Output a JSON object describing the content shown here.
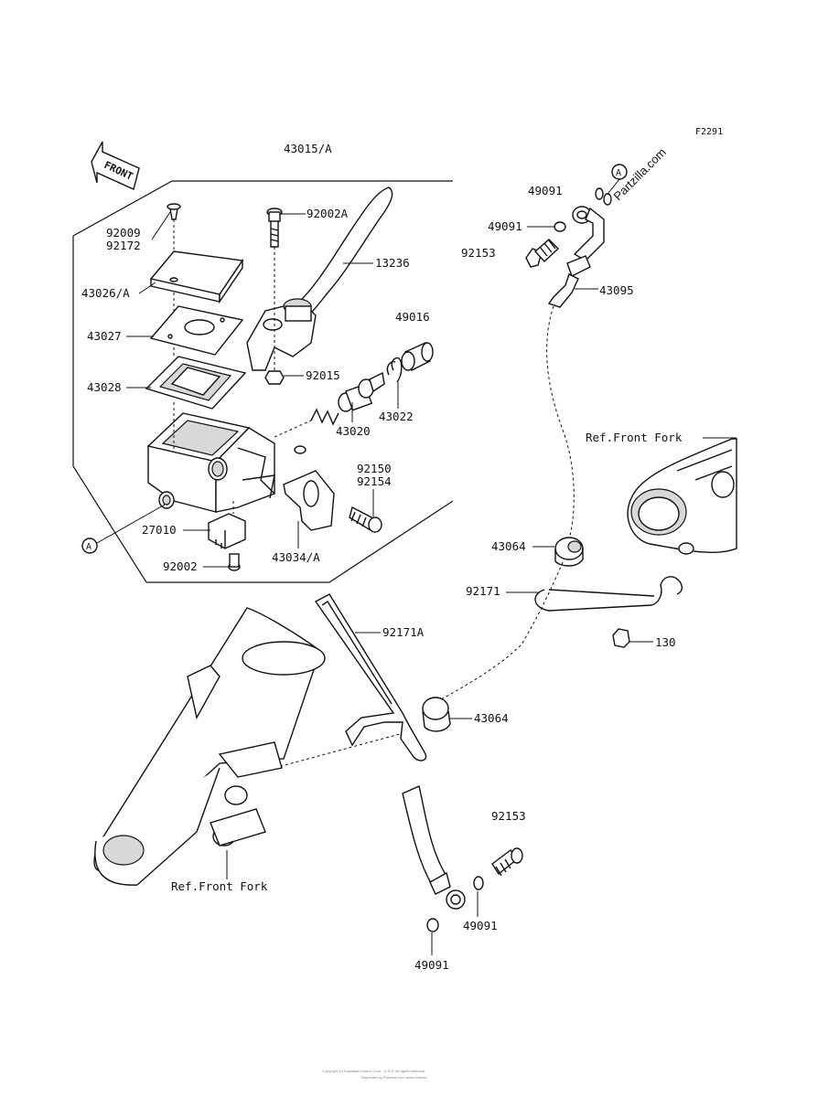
{
  "figure_code": "F2291",
  "watermark": "Partzilla.com",
  "front_arrow": "FRONT",
  "ref_marker": "A",
  "labels": {
    "p43015A": "43015/A",
    "p92002A": "92002A",
    "p13236": "13236",
    "p92009": "92009",
    "p92172": "92172",
    "p43026A": "43026/A",
    "p43027": "43027",
    "p43028": "43028",
    "p49016": "49016",
    "p92015": "92015",
    "p43020": "43020",
    "p43022": "43022",
    "p92150": "92150",
    "p92154": "92154",
    "p27010": "27010",
    "p92002": "92002",
    "p43034A": "43034/A",
    "p49091_top": "49091",
    "p49091_mid": "49091",
    "p92153_top": "92153",
    "p43095": "43095",
    "ref_front_fork_right": "Ref.Front Fork",
    "p43064_upper": "43064",
    "p92171": "92171",
    "p130": "130",
    "p92171A": "92171A",
    "p43064_lower": "43064",
    "p92153_bottom": "92153",
    "ref_front_fork_left": "Ref.Front Fork",
    "p49091_br": "49091",
    "p49091_bottom": "49091"
  },
  "footer_line1": "Copyright (c) Kawasaki Motors Corp., U.S.A. All rights reserved.",
  "footer_line2": "Reprinted by Partzilla.com under license"
}
